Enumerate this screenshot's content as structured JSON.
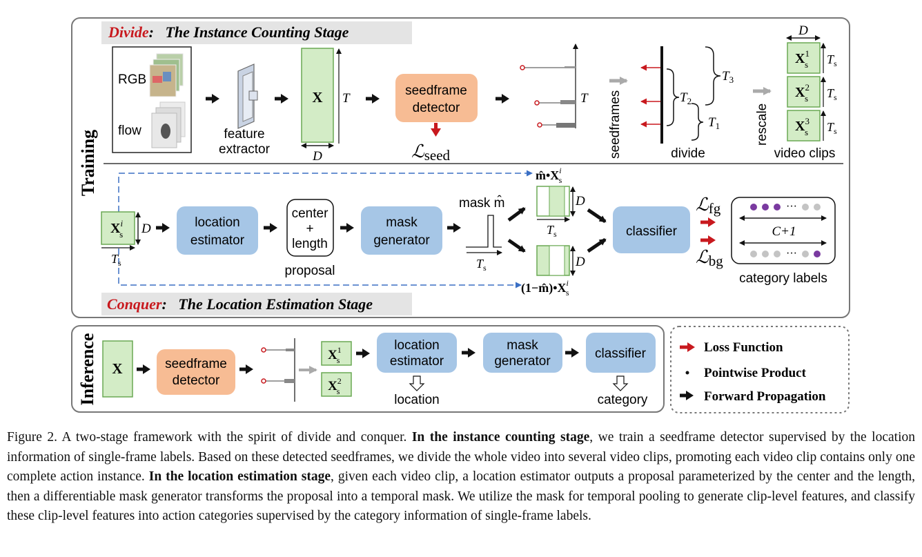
{
  "training": {
    "side_label": "Training",
    "divide": {
      "title_keyword": "Divide",
      "title_rest": ":   The Instance Counting Stage",
      "rgb_label": "RGB",
      "flow_label": "flow",
      "feature_extractor_line1": "feature",
      "feature_extractor_line2": "extractor",
      "feature_symbol": "X",
      "t_label": "T",
      "d_label": "D",
      "seedframe_line1": "seedframe",
      "seedframe_line2": "detector",
      "loss_seed_script": "ℒ",
      "loss_seed_sub": "seed",
      "seedframes_label": "seedframes",
      "t1": "T",
      "t1_sub": "1",
      "t2": "T",
      "t2_sub": "2",
      "t3": "T",
      "t3_sub": "3",
      "divide_label": "divide",
      "rescale_label": "rescale",
      "clip_sym": "X",
      "clip_sub": "s",
      "clip_sups": [
        "1",
        "2",
        "3"
      ],
      "ts": "T",
      "ts_sub": "s",
      "video_clips_label": "video clips"
    },
    "conquer": {
      "title_keyword": "Conquer",
      "title_rest": ":   The Location Estimation Stage",
      "input_sym": "X",
      "input_sup": "i",
      "input_sub": "s",
      "location_line1": "location",
      "location_line2": "estimator",
      "proposal_line1": "center",
      "proposal_line2": "+",
      "proposal_line3": "length",
      "proposal_label": "proposal",
      "mask_gen_line1": "mask",
      "mask_gen_line2": "generator",
      "mask_label": "mask m̂",
      "fg_label": "m̂•X",
      "bg_label": "(1−m̂)•X",
      "classifier": "classifier",
      "loss_script": "ℒ",
      "loss_fg_sub": "fg",
      "loss_bg_sub": "bg",
      "c_plus_one": "C+1",
      "ellipsis": "···",
      "category_labels": "category labels"
    }
  },
  "inference": {
    "side_label": "Inference",
    "x_sym": "X",
    "seedframe_line1": "seedframe",
    "seedframe_line2": "detector",
    "clip_sups": [
      "1",
      "2"
    ],
    "location_line1": "location",
    "location_line2": "estimator",
    "mask_line1": "mask",
    "mask_line2": "generator",
    "classifier": "classifier",
    "location_out": "location",
    "category_out": "category"
  },
  "legend": {
    "loss": "Loss Function",
    "pointwise": "Pointwise Product",
    "forward": "Forward Propagation"
  },
  "colors": {
    "green_fill": "#d3ecc6",
    "green_stroke": "#6aa853",
    "blue_fill": "#a6c6e6",
    "orange_fill": "#f7bc94",
    "red": "#c8191e",
    "purple": "#7a3aa0",
    "light_gray_dot": "#c4c4c4",
    "dashed_blue": "#3a6fc4",
    "header_gray": "#e4e4e4"
  },
  "caption": {
    "p1": "Figure 2. A two-stage framework with the spirit of divide and conquer. ",
    "b1": "In the instance counting stage",
    "p2": ", we train a seedframe detector supervised by the location information of single-frame labels. Based on these detected seedframes, we divide the whole video into several video clips, promoting each video clip contains only one complete action instance. ",
    "b2": "In the location estimation stage",
    "p3": ", given each video clip, a location estimator outputs a proposal parameterized by the center and the length, then a differentiable mask generator transforms the proposal into a temporal mask. We utilize the mask for temporal pooling to generate clip-level features, and classify these clip-level features into action categories supervised by the category information of single-frame labels."
  }
}
